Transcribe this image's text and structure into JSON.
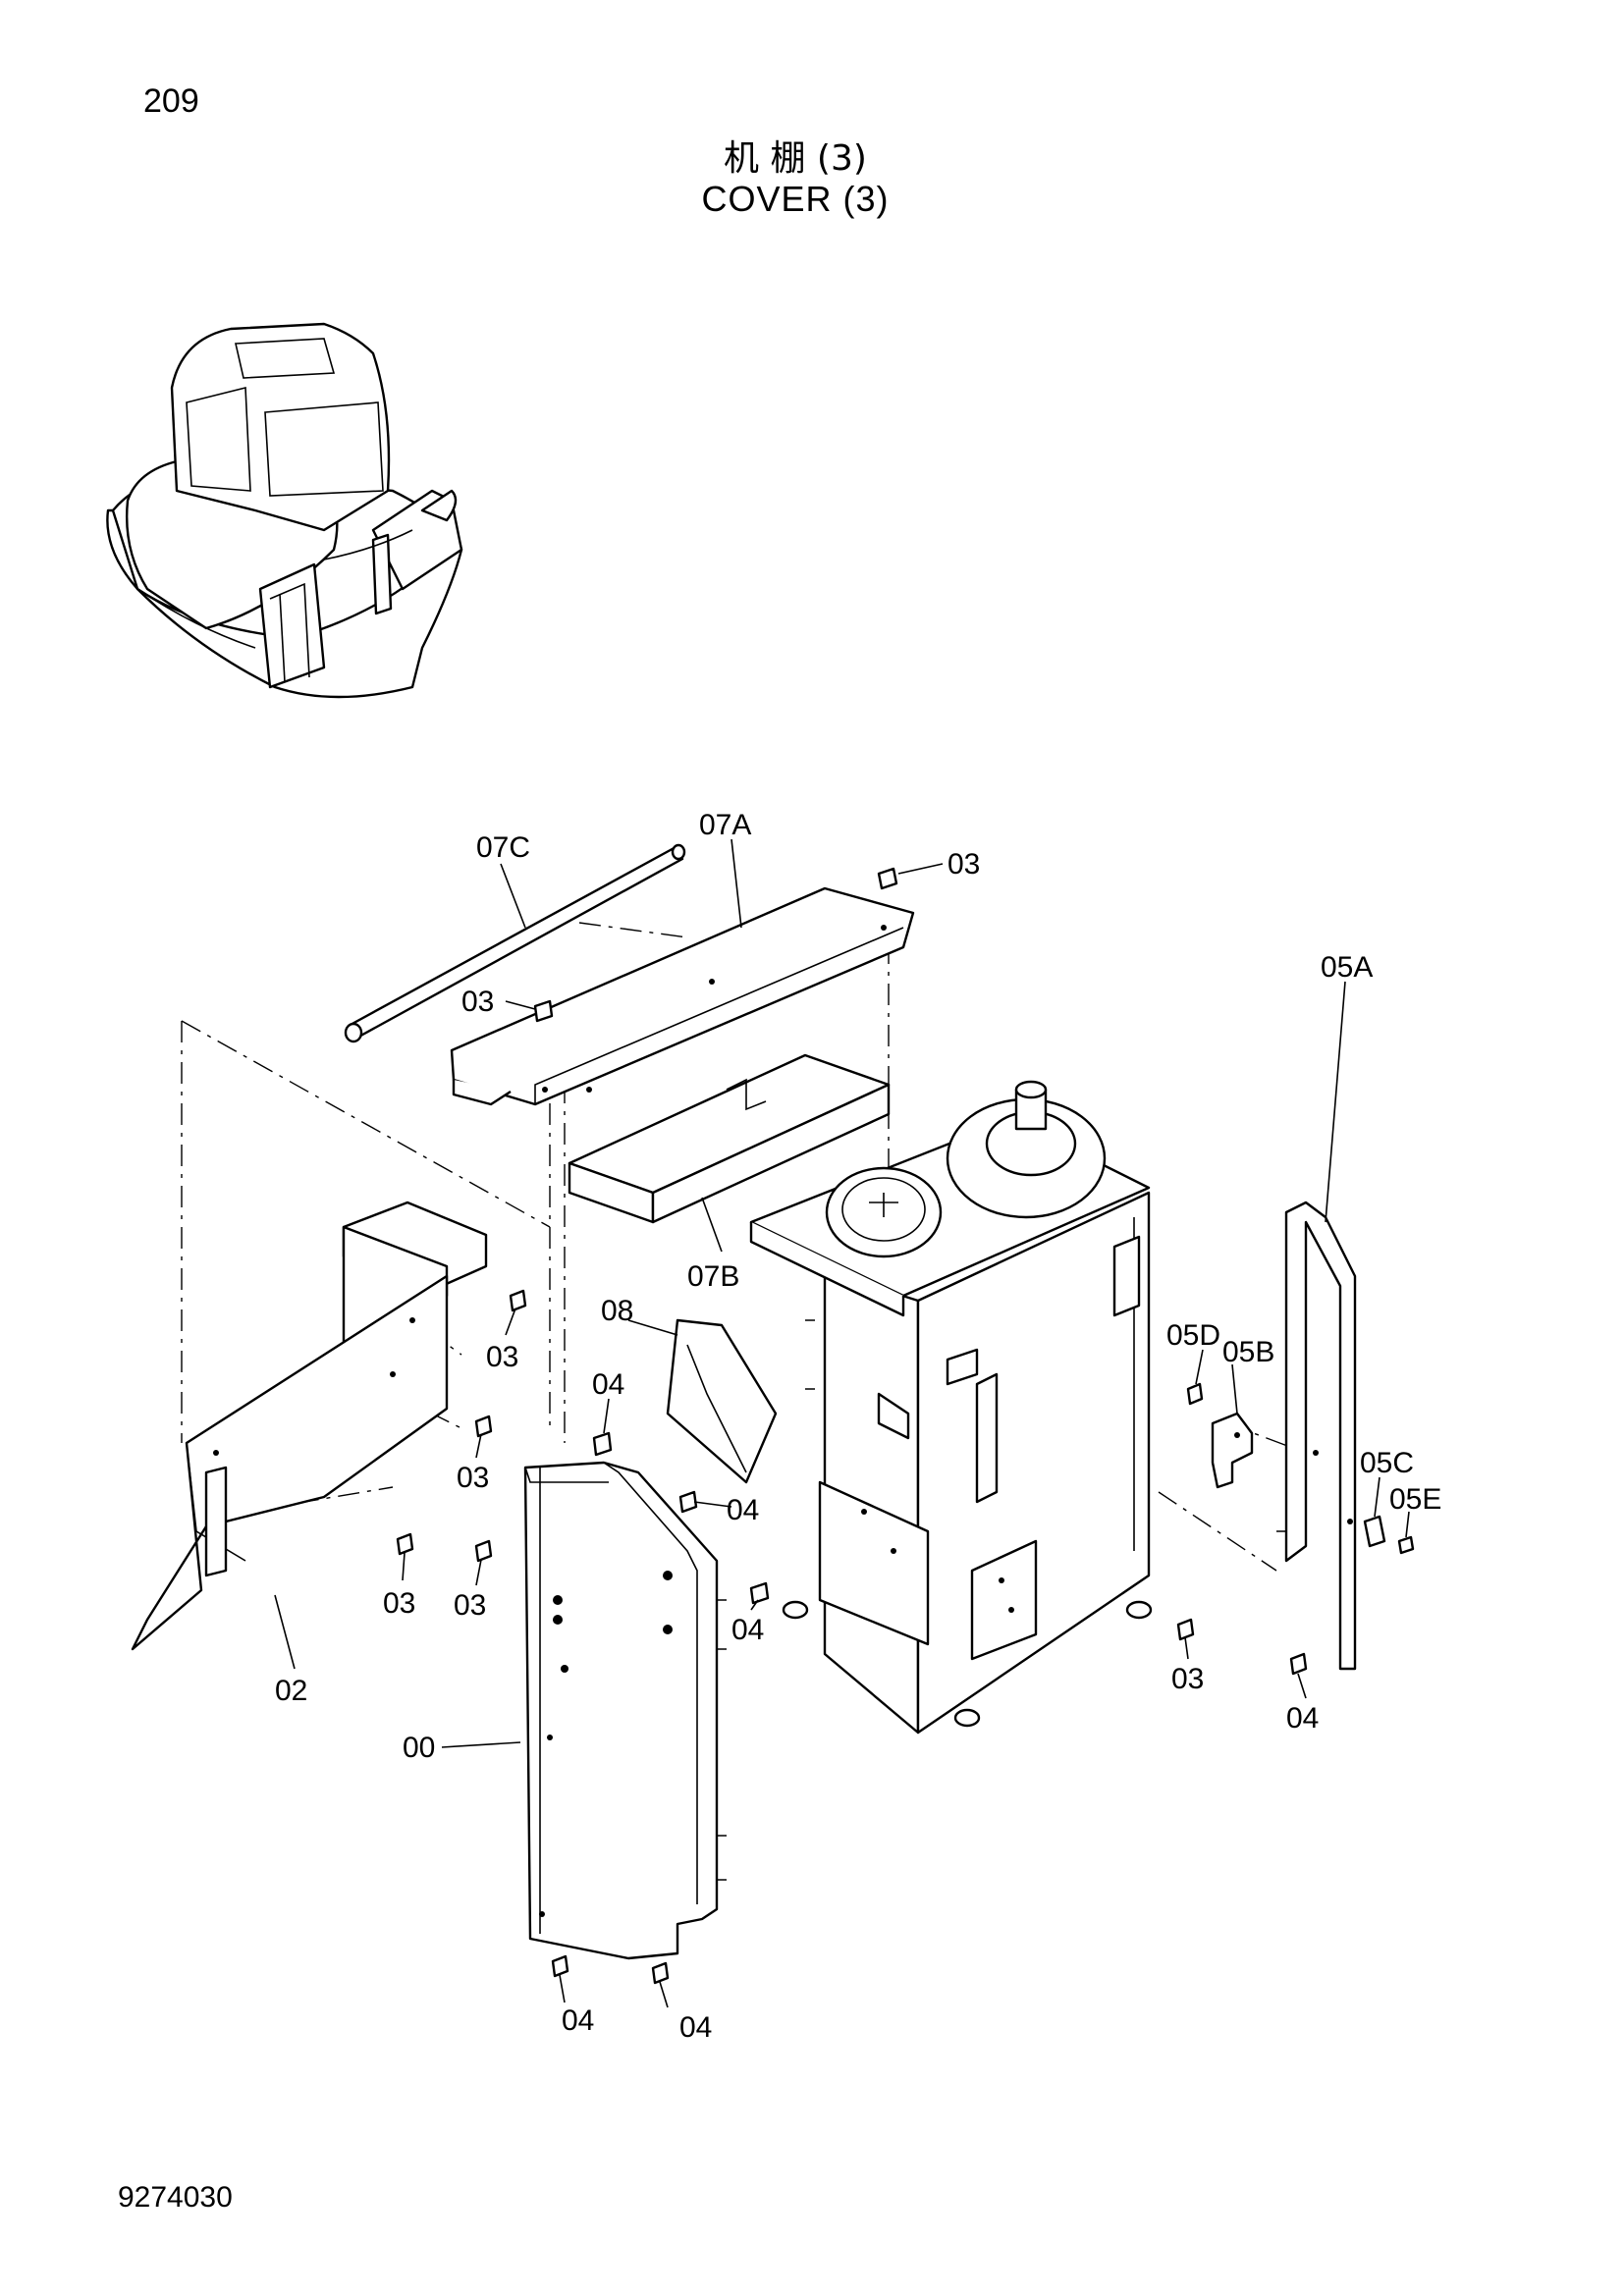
{
  "page_number": "209",
  "title_cn": "机 棚 (3)",
  "title_en": "COVER  (3)",
  "doc_number": "9274030",
  "callouts": {
    "c07C": "07C",
    "c07A": "07A",
    "c03_top": "03",
    "c03_07a": "03",
    "c05A": "05A",
    "c07B": "07B",
    "c08": "08",
    "c03_left1": "03",
    "c04_a": "04",
    "c05D": "05D",
    "c05B": "05B",
    "c03_left2": "03",
    "c04_b": "04",
    "c05C": "05C",
    "c05E": "05E",
    "c03_bl1": "03",
    "c03_bl2": "03",
    "c04_c": "04",
    "c03_tank": "03",
    "c02": "02",
    "c04_d": "04",
    "c00": "00",
    "c04_e": "04",
    "c04_f": "04"
  }
}
